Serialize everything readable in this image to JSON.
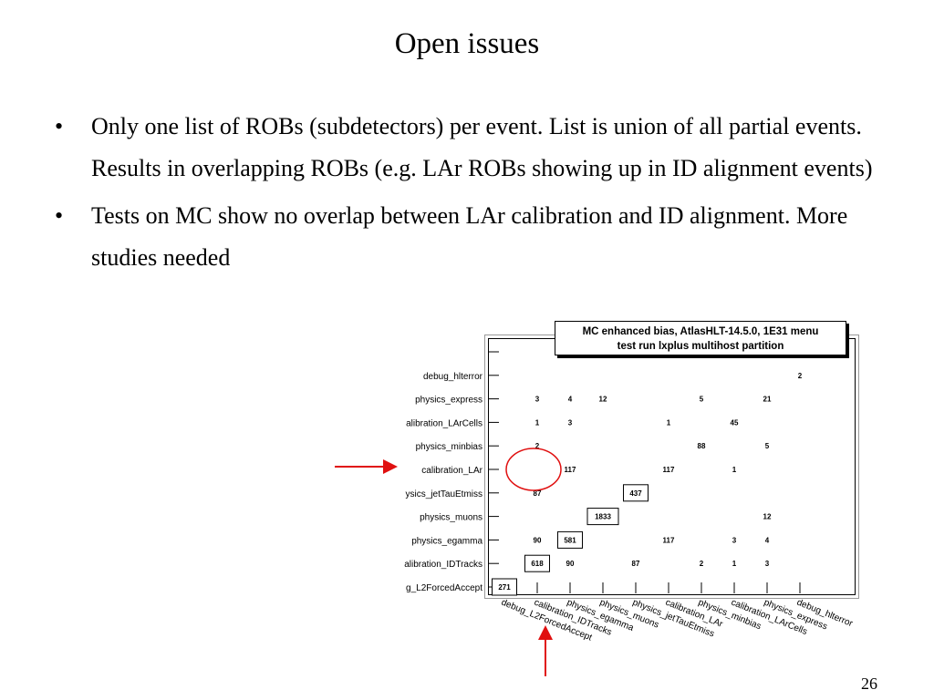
{
  "slide": {
    "title": "Open issues",
    "bullets": [
      "Only one list of ROBs (subdetectors) per event. List is union of all partial events. Results in overlapping ROBs (e.g. LAr ROBs showing up in ID alignment events)",
      "Tests on MC show no overlap between LAr calibration and ID alignment. More studies needed"
    ],
    "bullet_symbol": "•",
    "page_number": "26"
  },
  "chart_data": {
    "type": "heatmap",
    "title_lines": [
      "MC enhanced bias, AtlasHLT-14.5.0, 1E31 menu",
      "test run lxplus multihost partition"
    ],
    "y_labels": [
      "g_L2ForcedAccept",
      "alibration_IDTracks",
      "physics_egamma",
      "physics_muons",
      "ysics_jetTauEtmiss",
      "calibration_LAr",
      "physics_minbias",
      "alibration_LArCells",
      "physics_express",
      "debug_hlterror"
    ],
    "x_labels": [
      "debug_L2ForcedAccept",
      "calibration_IDTracks",
      "physics_egamma",
      "physics_muons",
      "physics_jetTauEtmiss",
      "calibration_LAr",
      "physics_minbias",
      "calibration_LArCells",
      "physics_express",
      "debug_hlterror"
    ],
    "cells": [
      {
        "x": 0,
        "y": 0,
        "v": "271",
        "box": true
      },
      {
        "x": 1,
        "y": 1,
        "v": "618",
        "box": true
      },
      {
        "x": 2,
        "y": 1,
        "v": "90",
        "box": false
      },
      {
        "x": 4,
        "y": 1,
        "v": "87",
        "box": false
      },
      {
        "x": 6,
        "y": 1,
        "v": "2",
        "box": false
      },
      {
        "x": 7,
        "y": 1,
        "v": "1",
        "box": false
      },
      {
        "x": 8,
        "y": 1,
        "v": "3",
        "box": false
      },
      {
        "x": 1,
        "y": 2,
        "v": "90",
        "box": false
      },
      {
        "x": 2,
        "y": 2,
        "v": "581",
        "box": true
      },
      {
        "x": 5,
        "y": 2,
        "v": "117",
        "box": false
      },
      {
        "x": 7,
        "y": 2,
        "v": "3",
        "box": false
      },
      {
        "x": 8,
        "y": 2,
        "v": "4",
        "box": false
      },
      {
        "x": 3,
        "y": 3,
        "v": "1833",
        "box": true
      },
      {
        "x": 8,
        "y": 3,
        "v": "12",
        "box": false
      },
      {
        "x": 1,
        "y": 4,
        "v": "87",
        "box": false
      },
      {
        "x": 4,
        "y": 4,
        "v": "437",
        "box": true
      },
      {
        "x": 2,
        "y": 5,
        "v": "117",
        "box": false
      },
      {
        "x": 5,
        "y": 5,
        "v": "117",
        "box": false
      },
      {
        "x": 7,
        "y": 5,
        "v": "1",
        "box": false
      },
      {
        "x": 1,
        "y": 6,
        "v": "2",
        "box": false
      },
      {
        "x": 6,
        "y": 6,
        "v": "88",
        "box": false
      },
      {
        "x": 8,
        "y": 6,
        "v": "5",
        "box": false
      },
      {
        "x": 1,
        "y": 7,
        "v": "1",
        "box": false
      },
      {
        "x": 2,
        "y": 7,
        "v": "3",
        "box": false
      },
      {
        "x": 5,
        "y": 7,
        "v": "1",
        "box": false
      },
      {
        "x": 7,
        "y": 7,
        "v": "45",
        "box": false
      },
      {
        "x": 1,
        "y": 8,
        "v": "3",
        "box": false
      },
      {
        "x": 2,
        "y": 8,
        "v": "4",
        "box": false
      },
      {
        "x": 3,
        "y": 8,
        "v": "12",
        "box": false
      },
      {
        "x": 6,
        "y": 8,
        "v": "5",
        "box": false
      },
      {
        "x": 8,
        "y": 8,
        "v": "21",
        "box": false
      },
      {
        "x": 9,
        "y": 9,
        "v": "2",
        "box": false
      }
    ],
    "annotation_colors": {
      "arrow": "#e01010",
      "circle": "#e01010"
    }
  }
}
